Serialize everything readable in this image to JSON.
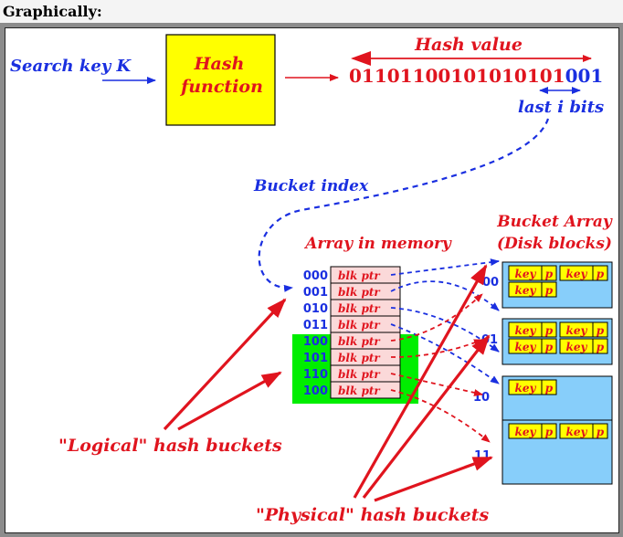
{
  "heading": "Graphically:",
  "diagram": {
    "search_key_label": "Search key K",
    "hash_function_line1": "Hash",
    "hash_function_line2": "function",
    "hash_value_label": "Hash value",
    "hash_bits_prefix": "01101100101010101",
    "hash_bits_suffix": "001",
    "last_bits_label": "last i bits",
    "bucket_index_label": "Bucket index",
    "array_title": "Array in memory",
    "bucket_array_line1": "Bucket Array",
    "bucket_array_line2": "(Disk blocks)",
    "array_indices": [
      "000",
      "001",
      "010",
      "011",
      "100",
      "101",
      "110",
      "100"
    ],
    "cell_label": "blk ptr",
    "bucket_ids": [
      "00",
      "01",
      "10",
      "11"
    ],
    "key_label": "key",
    "ptr_label": "p",
    "logical_label": "\"Logical\" hash buckets",
    "physical_label": "\"Physical\" hash buckets",
    "colors": {
      "red": "#e0141e",
      "blue": "#1a2fe0",
      "yellow": "#ffff00",
      "green": "#00ee00",
      "cell_pink": "#fbd9d9",
      "bucket_blue": "#87cefa"
    }
  }
}
